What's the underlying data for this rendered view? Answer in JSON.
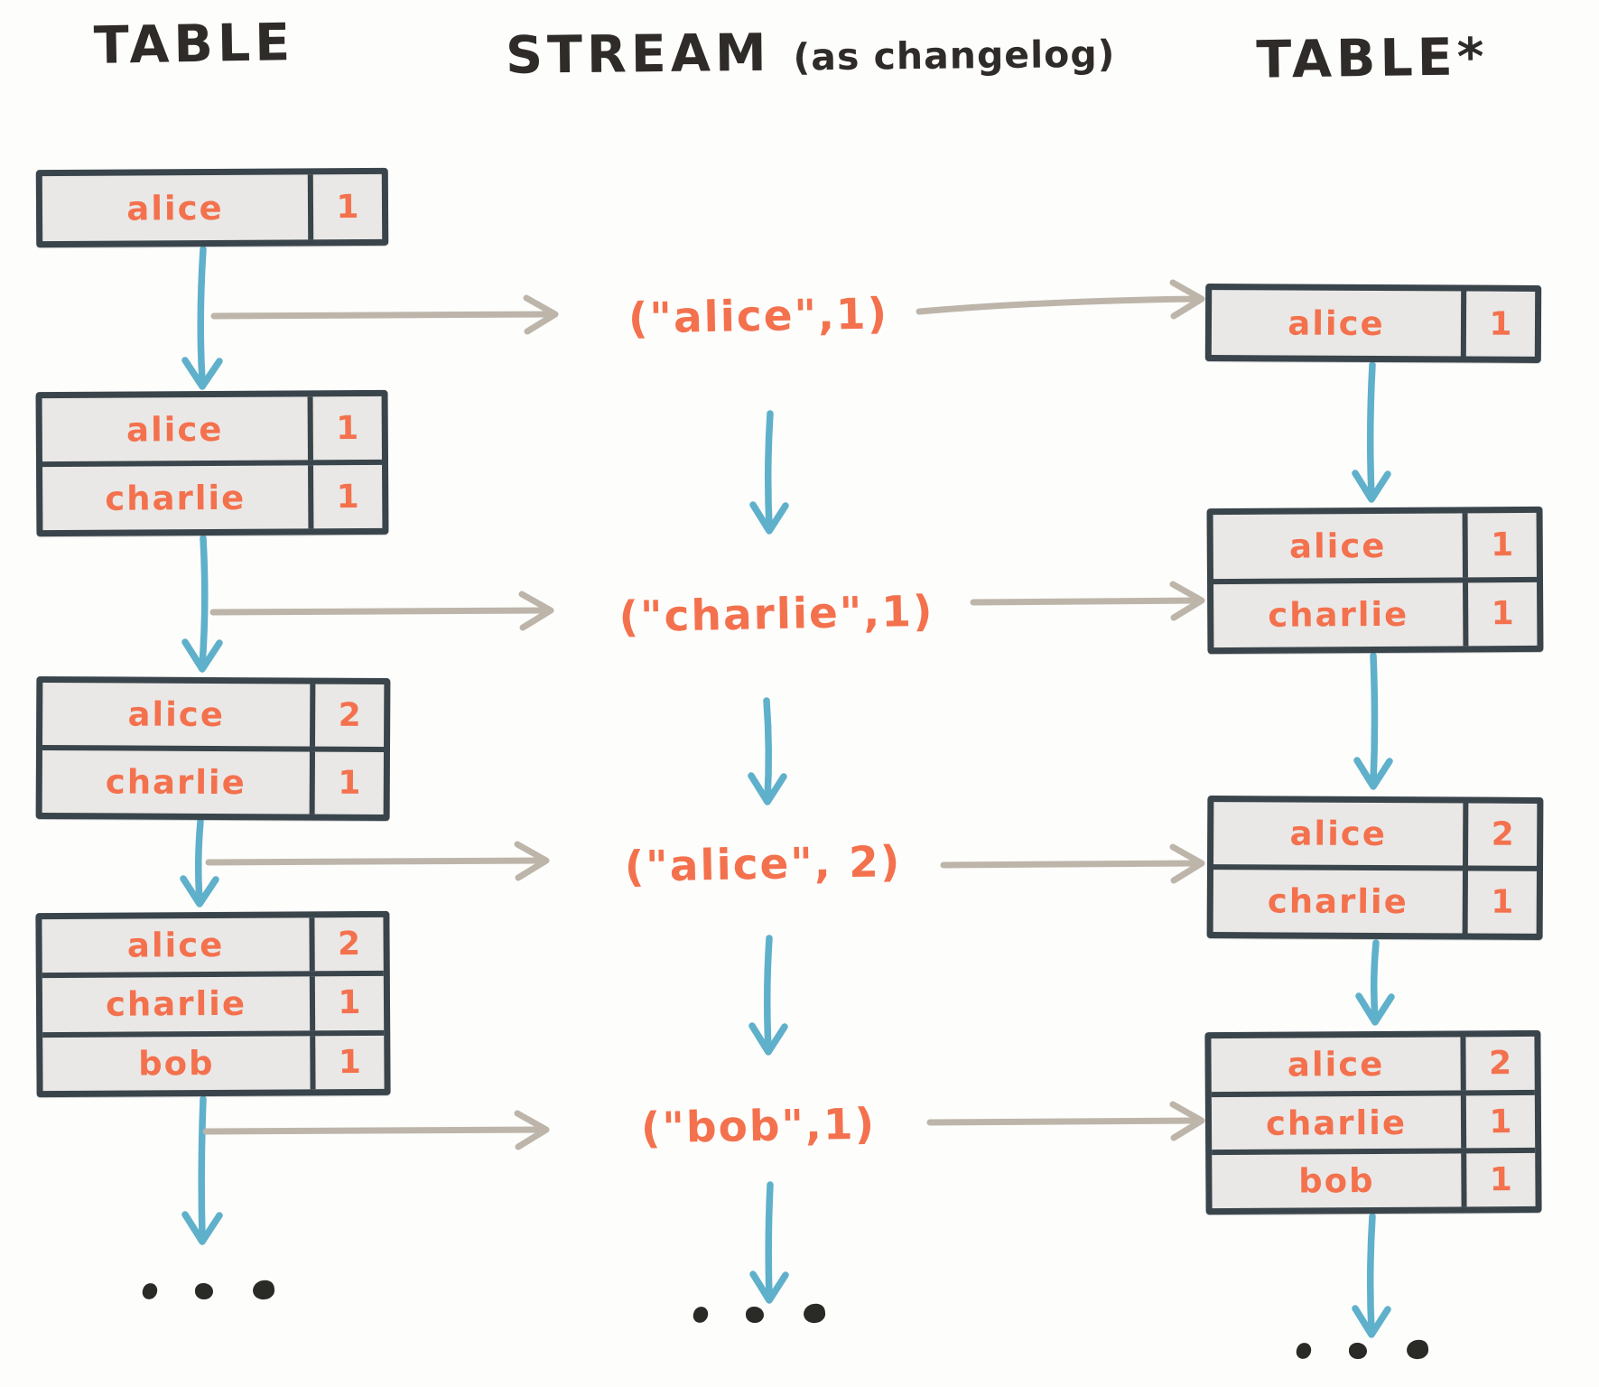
{
  "titles": {
    "left": "TABLE",
    "middle_main": "STREAM",
    "middle_sub": "(as changelog)",
    "right": "TABLE*"
  },
  "left_tables": [
    {
      "rows": [
        {
          "key": "alice",
          "value": "1"
        }
      ]
    },
    {
      "rows": [
        {
          "key": "alice",
          "value": "1"
        },
        {
          "key": "charlie",
          "value": "1"
        }
      ]
    },
    {
      "rows": [
        {
          "key": "alice",
          "value": "2"
        },
        {
          "key": "charlie",
          "value": "1"
        }
      ]
    },
    {
      "rows": [
        {
          "key": "alice",
          "value": "2"
        },
        {
          "key": "charlie",
          "value": "1"
        },
        {
          "key": "bob",
          "value": "1"
        }
      ]
    }
  ],
  "stream_records": [
    {
      "text": "(\"alice\",1)"
    },
    {
      "text": "(\"charlie\",1)"
    },
    {
      "text": "(\"alice\", 2)"
    },
    {
      "text": "(\"bob\",1)"
    }
  ],
  "right_tables": [
    {
      "rows": [
        {
          "key": "alice",
          "value": "1"
        }
      ]
    },
    {
      "rows": [
        {
          "key": "alice",
          "value": "1"
        },
        {
          "key": "charlie",
          "value": "1"
        }
      ]
    },
    {
      "rows": [
        {
          "key": "alice",
          "value": "2"
        },
        {
          "key": "charlie",
          "value": "1"
        }
      ]
    },
    {
      "rows": [
        {
          "key": "alice",
          "value": "2"
        },
        {
          "key": "charlie",
          "value": "1"
        },
        {
          "key": "bob",
          "value": "1"
        }
      ]
    }
  ],
  "colors": {
    "accent_orange": "#f4714e",
    "arrow_blue": "#5fb0cb",
    "arrow_gray": "#bdb5aa",
    "table_fill": "#e9e8e6",
    "table_border": "#3a444b",
    "ink": "#2e2b29",
    "background": "#fdfdfb"
  }
}
